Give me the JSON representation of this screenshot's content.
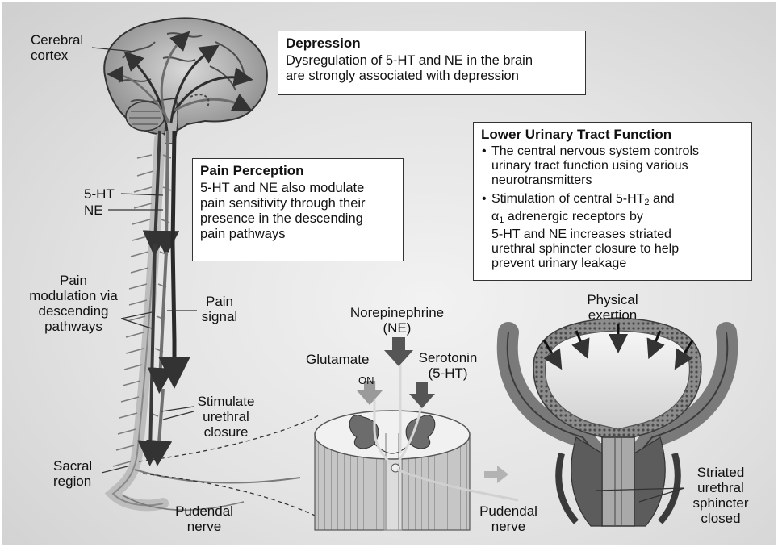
{
  "boxes": {
    "depression": {
      "title": "Depression",
      "line1": "Dysregulation of 5-HT and NE in the brain",
      "line2": "are strongly associated with depression"
    },
    "pain_perception": {
      "title": "Pain Perception",
      "lines": [
        "5-HT and NE also modulate",
        "pain sensitivity through their",
        "presence in the descending",
        "pain pathways"
      ]
    },
    "lower_urinary": {
      "title": "Lower Urinary Tract Function",
      "bullet1": [
        "The central nervous system controls",
        "urinary tract function using various",
        "neurotransmitters"
      ],
      "bullet2_l1_pre": "Stimulation of central 5-HT",
      "bullet2_l1_sub": "2",
      "bullet2_l1_post": " and",
      "bullet2_l2_pre": "α",
      "bullet2_l2_sub": "1",
      "bullet2_l2_post": " adrenergic receptors by",
      "bullet2_rest": [
        "5-HT and NE increases striated",
        "urethral sphincter closure to help",
        "prevent urinary leakage"
      ]
    }
  },
  "labels": {
    "cerebral_cortex": [
      "Cerebral",
      "cortex"
    ],
    "five_ht": "5-HT",
    "ne": "NE",
    "pain_modulation": [
      "Pain",
      "modulation via",
      "descending",
      "pathways"
    ],
    "pain_signal": [
      "Pain",
      "signal"
    ],
    "stimulate_closure": [
      "Stimulate",
      "urethral",
      "closure"
    ],
    "sacral_region": [
      "Sacral",
      "region"
    ],
    "pudendal_nerve_left": [
      "Pudendal",
      "nerve"
    ],
    "norepinephrine": [
      "Norepinephrine",
      "(NE)"
    ],
    "glutamate": "Glutamate",
    "on": "ON",
    "serotonin": [
      "Serotonin",
      "(5-HT)"
    ],
    "pudendal_nerve_right": [
      "Pudendal",
      "nerve"
    ],
    "physical_exertion": [
      "Physical",
      "exertion"
    ],
    "striated_sphincter": [
      "Striated",
      "urethral",
      "sphincter",
      "closed"
    ]
  }
}
